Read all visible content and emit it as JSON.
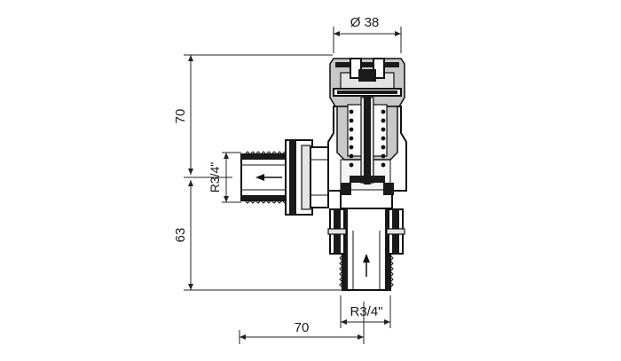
{
  "dimensions": {
    "top_diameter": "Ø 38",
    "left_upper_height": "70",
    "left_lower_height": "63",
    "left_thread": "R3/4\"",
    "bottom_thread": "R3/4\"",
    "bottom_width": "70"
  }
}
